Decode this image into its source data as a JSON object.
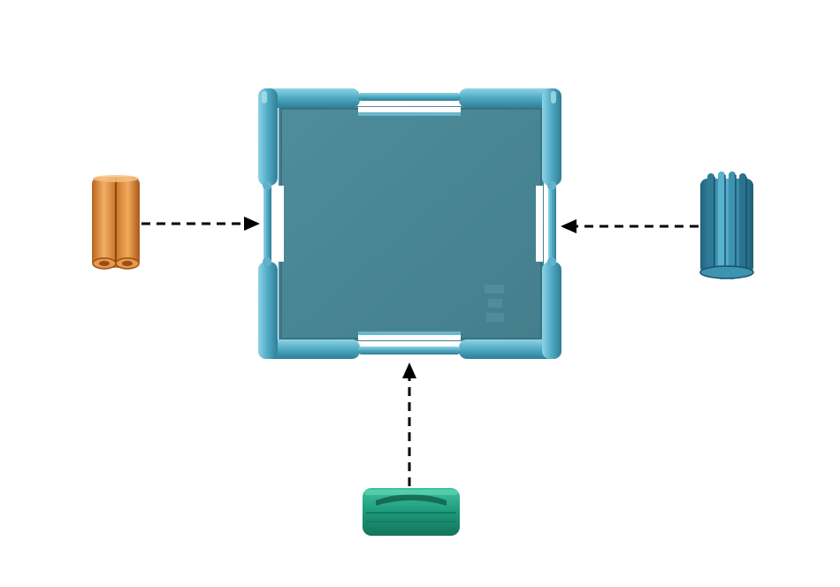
{
  "diagram": {
    "parts": [
      {
        "id": "frame",
        "name": "square-frame",
        "color": "#4aa3bd",
        "fill": "#4b8796"
      },
      {
        "id": "left",
        "name": "orange-cylinder-part",
        "color": "#d9873a"
      },
      {
        "id": "right",
        "name": "blue-fluted-part",
        "color": "#3c8eab"
      },
      {
        "id": "bottom",
        "name": "green-clip-part",
        "color": "#1e9a7c"
      }
    ],
    "arrows": [
      {
        "from": "left",
        "to": "frame",
        "style": "dashed"
      },
      {
        "from": "right",
        "to": "frame",
        "style": "dashed"
      },
      {
        "from": "bottom",
        "to": "frame",
        "style": "dashed"
      }
    ]
  }
}
